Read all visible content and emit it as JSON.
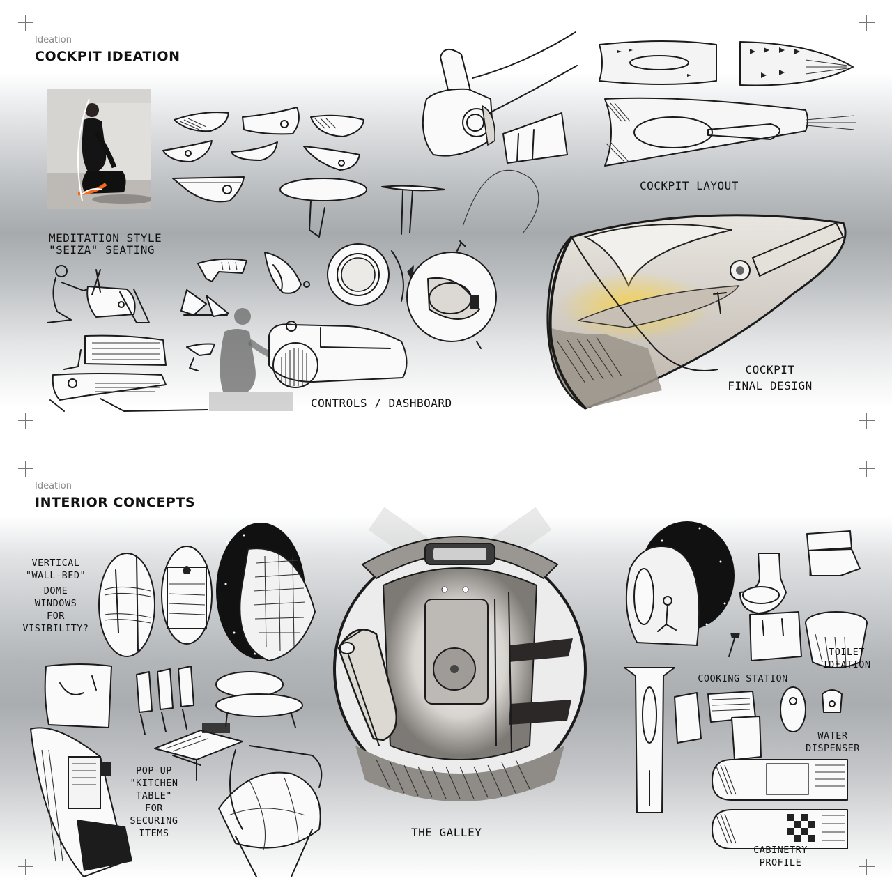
{
  "cockpit": {
    "eyebrow": "Ideation",
    "title": "COCKPIT IDEATION",
    "labels": {
      "meditation_1": "MEDITATION STYLE",
      "meditation_2": "\"SEIZA\" SEATING",
      "layout": "COCKPIT LAYOUT",
      "controls": "CONTROLS / DASHBOARD",
      "final_1": "COCKPIT",
      "final_2": "FINAL DESIGN"
    }
  },
  "interior": {
    "eyebrow": "Ideation",
    "title": "INTERIOR CONCEPTS",
    "labels": {
      "wallbed_1": "VERTICAL",
      "wallbed_2": "\"WALL-BED\"",
      "dome_1": "DOME",
      "dome_2": "WINDOWS",
      "dome_3": "FOR",
      "dome_4": "VISIBILITY?",
      "popup_1": "POP-UP",
      "popup_2": "\"KITCHEN",
      "popup_3": "TABLE\"",
      "popup_4": "FOR",
      "popup_5": "SECURING",
      "popup_6": "ITEMS",
      "galley": "THE GALLEY",
      "cooking": "COOKING STATION",
      "toilet_1": "TOILET",
      "toilet_2": "IDEATION",
      "water_1": "WATER",
      "water_2": "DISPENSER",
      "cabinetry_1": "CABINETRY",
      "cabinetry_2": "PROFILE"
    }
  },
  "colors": {
    "ink": "#1b1b1b",
    "heading": "#111111",
    "eyebrow": "#8a8a8a",
    "band_mid": "#a7aaad",
    "amber_glow": "#f0c64a"
  }
}
